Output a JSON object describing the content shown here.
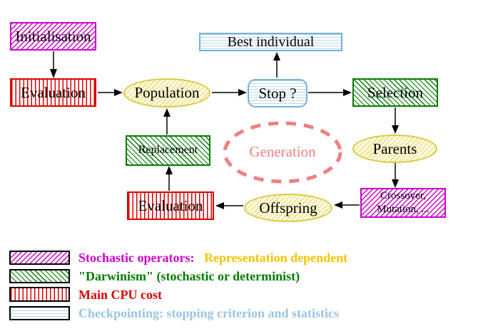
{
  "colors": {
    "magenta": "#cc00cc",
    "green": "#007d00",
    "red": "#dd0000",
    "sky_blue": "#74b2d4",
    "sky_blue_light": "#b9d9ec",
    "legend_blue_text": "#9cc3e1",
    "gold_text": "#f3c400",
    "yellow_border": "#d9c942",
    "yellow_hatch": "#e9dc7e",
    "yellow_bg": "#fdf8dd",
    "salmon": "#f08080"
  },
  "nodes": {
    "initialisation": {
      "label": "Initialisation"
    },
    "evaluation_top": {
      "label": "Evaluation"
    },
    "population": {
      "label": "Population"
    },
    "best_individual": {
      "label": "Best individual"
    },
    "stop": {
      "label": "Stop ?"
    },
    "selection": {
      "label": "Selection"
    },
    "parents": {
      "label": "Parents"
    },
    "crossover_mutation": {
      "line1": "Crossover,",
      "line2": "Mutation, ..."
    },
    "offspring": {
      "label": "Offspring"
    },
    "evaluation_bottom": {
      "label": "Evaluation"
    },
    "replacement": {
      "label": "Replacement"
    },
    "generation": {
      "label": "Generation"
    }
  },
  "legend": {
    "stochastic": {
      "label": "Stochastic operators:",
      "label2": "Representation dependent"
    },
    "darwinism": {
      "label": "\"Darwinism\" (stochastic or determinist)"
    },
    "cpu": {
      "label": "Main CPU cost"
    },
    "checkpointing": {
      "label": "Checkpointing: stopping criterion and statistics"
    }
  }
}
